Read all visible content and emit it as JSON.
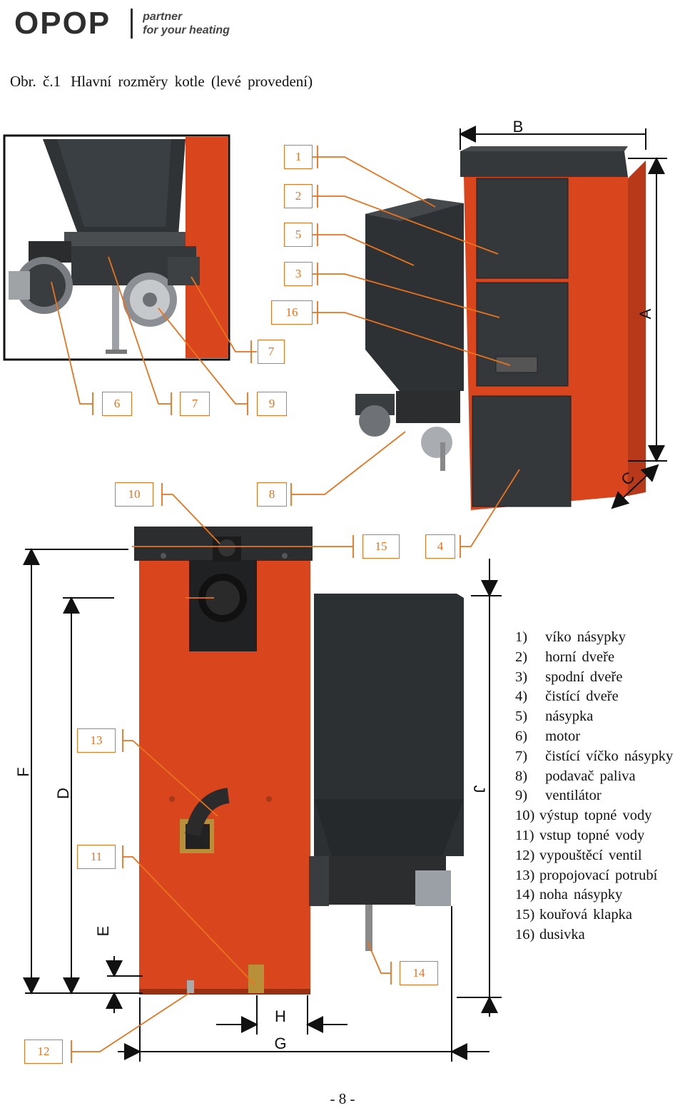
{
  "logo": {
    "brand": "OPOP",
    "tagline_1": "partner",
    "tagline_2": "for your heating"
  },
  "caption": {
    "label": "Obr. č.1",
    "text": "Hlavní rozměry kotle (levé provedení)"
  },
  "dimensions": {
    "a": "A",
    "b": "B",
    "c": "C",
    "d": "D",
    "e": "E",
    "f": "F",
    "g": "G",
    "h": "H",
    "j": "J"
  },
  "callouts": {
    "c1": "1",
    "c2": "2",
    "c5": "5",
    "c3": "3",
    "c16": "16",
    "c7a": "7",
    "c6": "6",
    "c7b": "7",
    "c9": "9",
    "c10": "10",
    "c8": "8",
    "c15": "15",
    "c4": "4",
    "c13": "13",
    "c11": "11",
    "c14": "14",
    "c12": "12"
  },
  "legend": [
    {
      "num": "1)",
      "label": "víko násypky"
    },
    {
      "num": "2)",
      "label": "horní dveře"
    },
    {
      "num": "3)",
      "label": "spodní dveře"
    },
    {
      "num": "4)",
      "label": "čistící dveře"
    },
    {
      "num": "5)",
      "label": "násypka"
    },
    {
      "num": "6)",
      "label": "motor"
    },
    {
      "num": "7)",
      "label": "čistící víčko násypky"
    },
    {
      "num": "8)",
      "label": "podavač paliva"
    },
    {
      "num": "9)",
      "label": "ventilátor"
    },
    {
      "num": "10)",
      "label": "výstup topné vody"
    },
    {
      "num": "11)",
      "label": "vstup topné vody"
    },
    {
      "num": "12)",
      "label": "vypouštěcí ventil"
    },
    {
      "num": "13)",
      "label": "propojovací potrubí"
    },
    {
      "num": "14)",
      "label": "noha násypky"
    },
    {
      "num": "15)",
      "label": "kouřová klapka"
    },
    {
      "num": "16)",
      "label": "dusivka"
    }
  ],
  "footer": {
    "page": "- 8 -"
  },
  "colors": {
    "accent_orange": "#e8731e",
    "boiler_red": "#d9451c",
    "steel_dark": "#2b2d2f"
  }
}
